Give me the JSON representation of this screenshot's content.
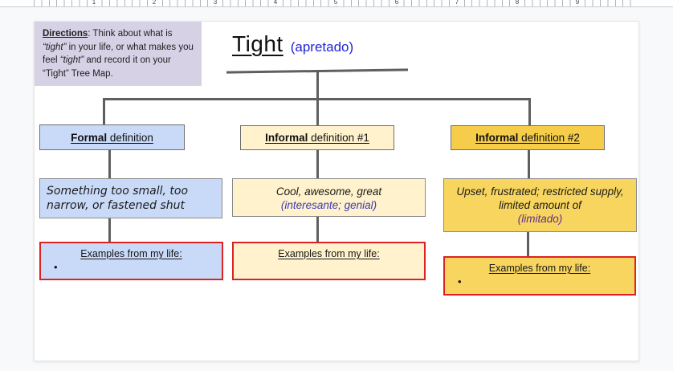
{
  "colors": {
    "lavender": "#d7d1e6",
    "light_blue": "#c9daf8",
    "cream": "#fff2cc",
    "gold_header": "#f5cd4b",
    "gold": "#f8d55e",
    "red_border": "#dc2222",
    "line_gray": "#5f5f5f",
    "title_blue": "#2323d6",
    "trans_blue": "#3a3ab8",
    "trans_purple": "#5e2d91"
  },
  "ruler": {
    "numbers": [
      "1",
      "2",
      "3",
      "4",
      "5",
      "6",
      "7",
      "8",
      "9"
    ]
  },
  "directions": {
    "parts": [
      "Directions",
      ": Think about what is ",
      "“tight”",
      " in your life, or what makes you feel ",
      "“tight”",
      " and record it on your “Tight” Tree Map."
    ]
  },
  "title": {
    "word": "Tight",
    "translation": "(apretado)"
  },
  "columns": [
    {
      "header": {
        "bold": "Formal",
        "rest": " definition"
      },
      "definition": {
        "lines": [
          "Something too small, too",
          "narrow, or fastened shut"
        ],
        "translation": ""
      },
      "examples": {
        "label": "Examples from my life:",
        "bullet": "•"
      }
    },
    {
      "header": {
        "bold": "Informal",
        "rest": " definition #1"
      },
      "definition": {
        "lines": [
          "Cool, awesome, great"
        ],
        "translation": "(interesante; genial)"
      },
      "examples": {
        "label": "Examples from my life:",
        "bullet": ""
      }
    },
    {
      "header": {
        "bold": "Informal",
        "rest": " definition #2"
      },
      "definition": {
        "lines": [
          "Upset, frustrated;  restricted supply,",
          "limited amount of"
        ],
        "translation": "(limitado)"
      },
      "examples": {
        "label": "Examples from my life:",
        "bullet": "•"
      }
    }
  ]
}
